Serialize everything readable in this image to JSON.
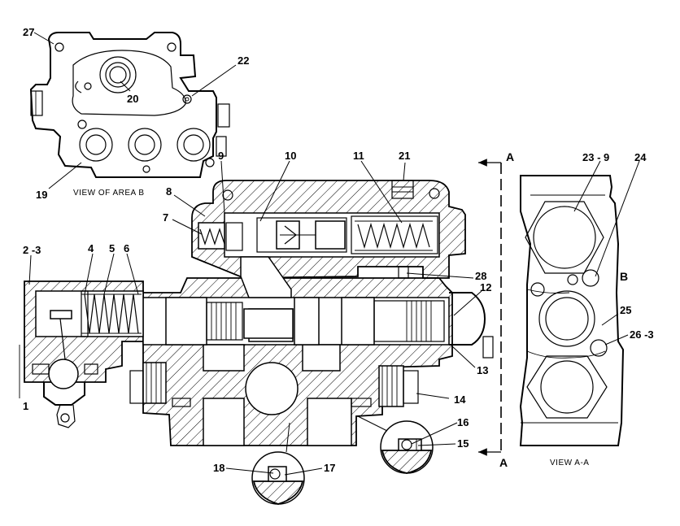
{
  "diagram": {
    "views": {
      "area_b_caption": "VIEW OF AREA B",
      "section_caption": "VIEW A-A",
      "section_marker_top": "A",
      "section_marker_bottom": "A",
      "area_marker": "B"
    },
    "callouts": [
      {
        "key": "c27",
        "label": "27"
      },
      {
        "key": "c22",
        "label": "22"
      },
      {
        "key": "c20",
        "label": "20"
      },
      {
        "key": "c19",
        "label": "19"
      },
      {
        "key": "c9",
        "label": "9"
      },
      {
        "key": "c10",
        "label": "10"
      },
      {
        "key": "c11",
        "label": "11"
      },
      {
        "key": "c21",
        "label": "21"
      },
      {
        "key": "c8",
        "label": "8"
      },
      {
        "key": "c7",
        "label": "7"
      },
      {
        "key": "c2_3",
        "label": "2 -3"
      },
      {
        "key": "c4",
        "label": "4"
      },
      {
        "key": "c5",
        "label": "5"
      },
      {
        "key": "c6",
        "label": "6"
      },
      {
        "key": "c28",
        "label": "28"
      },
      {
        "key": "c12",
        "label": "12"
      },
      {
        "key": "c13",
        "label": "13"
      },
      {
        "key": "c14",
        "label": "14"
      },
      {
        "key": "c1",
        "label": "1"
      },
      {
        "key": "c16",
        "label": "16"
      },
      {
        "key": "c15",
        "label": "15"
      },
      {
        "key": "c18",
        "label": "18"
      },
      {
        "key": "c17",
        "label": "17"
      },
      {
        "key": "c23_9",
        "label": "23 - 9"
      },
      {
        "key": "c24",
        "label": "24"
      },
      {
        "key": "c25",
        "label": "25"
      },
      {
        "key": "c26_3",
        "label": "26 -3"
      }
    ]
  }
}
